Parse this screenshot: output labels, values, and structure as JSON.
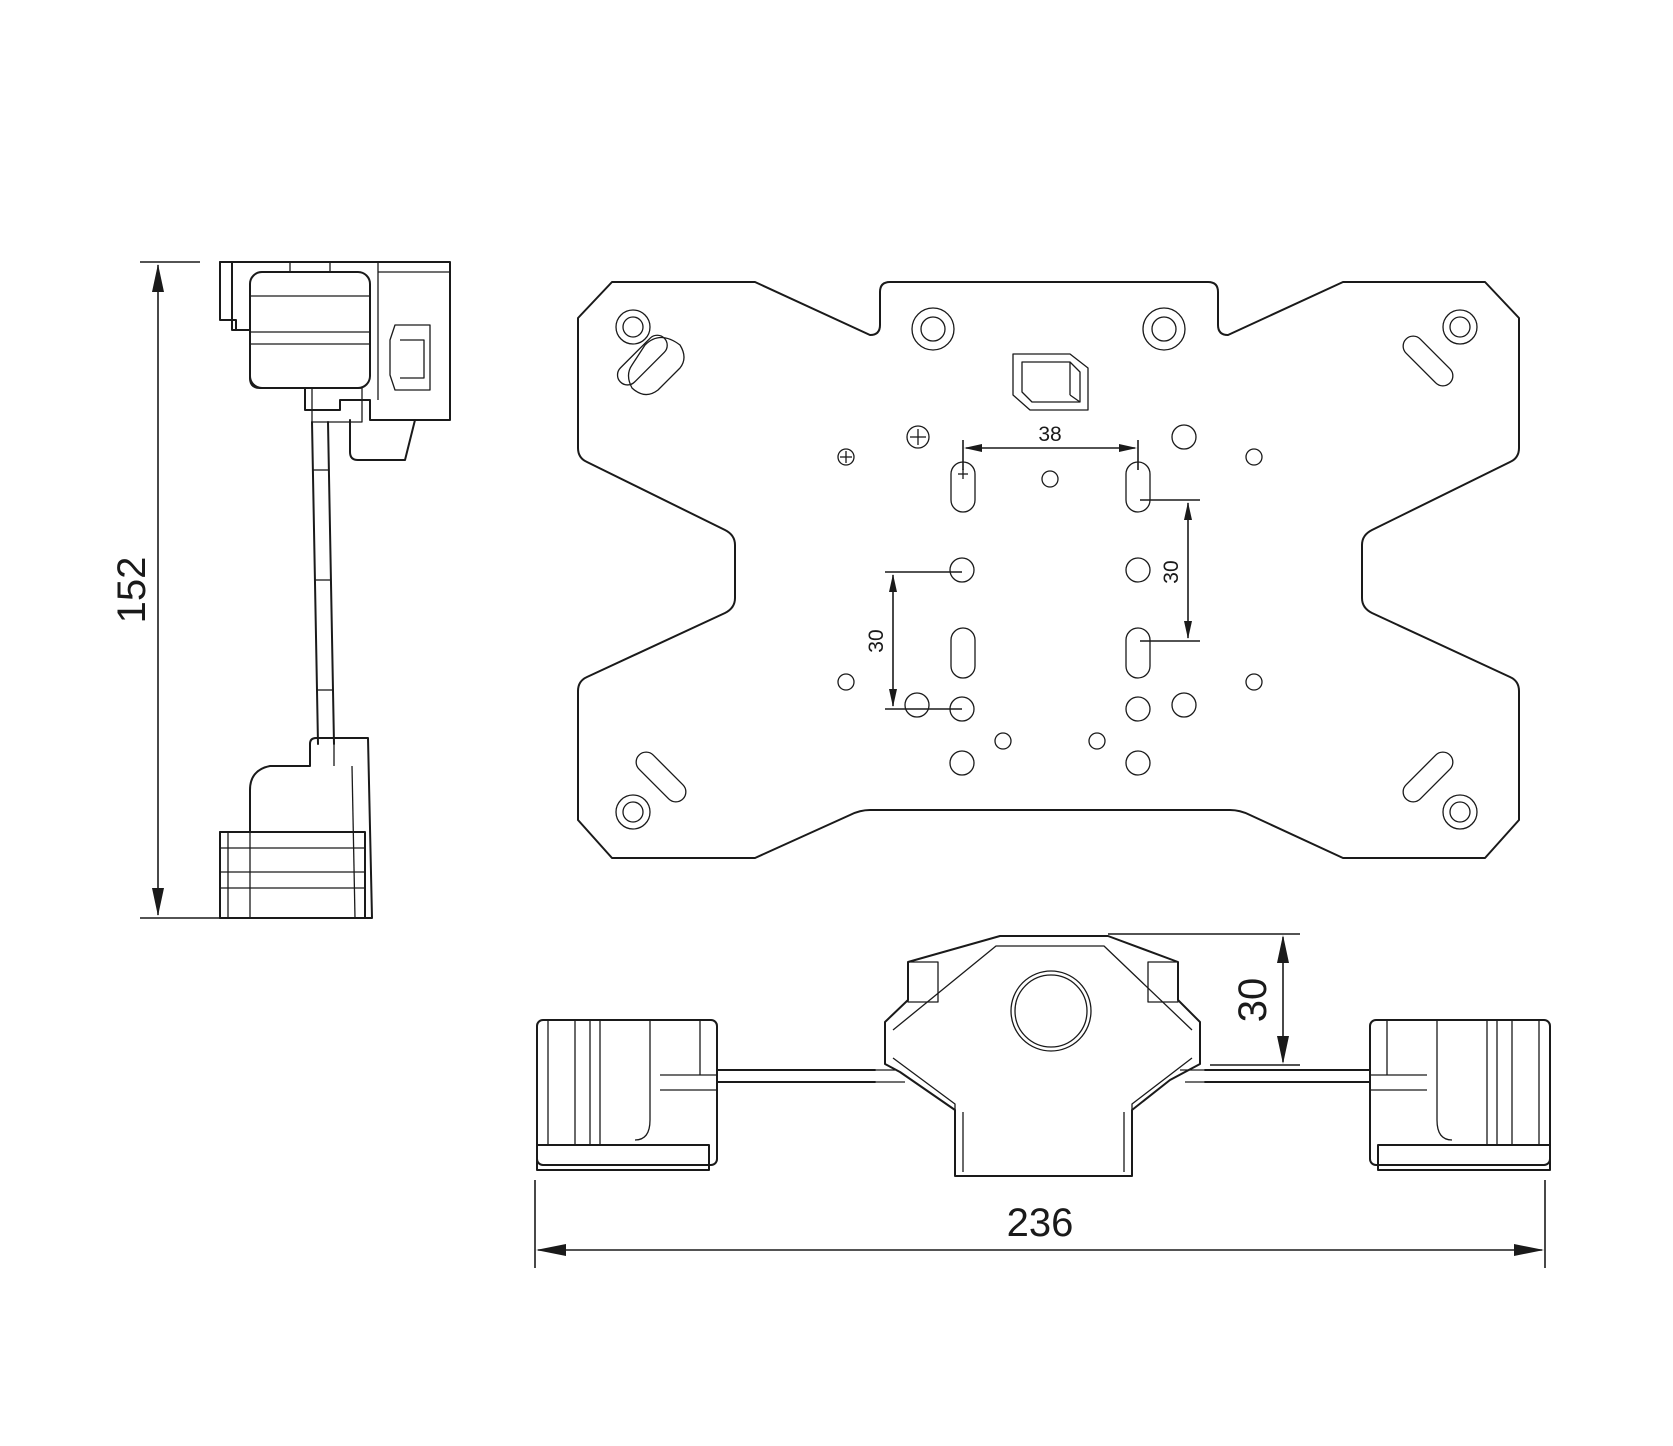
{
  "drawing": {
    "dimensions": {
      "side_height": "152",
      "overall_width": "236",
      "front_height": "30",
      "hole_spacing_h": "38",
      "hole_spacing_v_right": "30",
      "hole_spacing_v_left": "30"
    }
  }
}
